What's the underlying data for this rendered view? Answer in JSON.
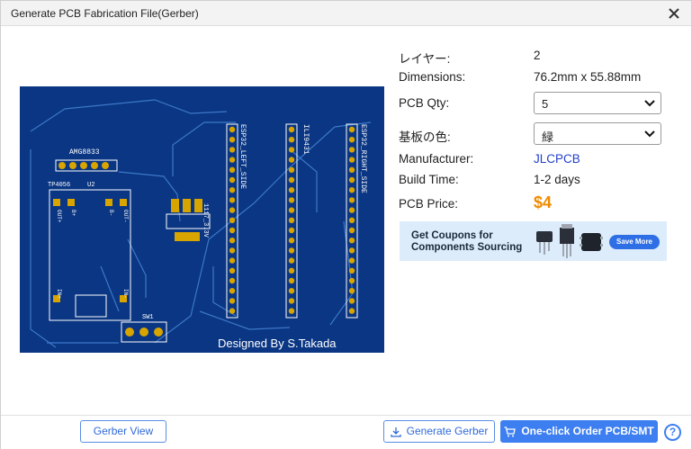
{
  "window": {
    "title": "Generate PCB Fabrication File(Gerber)"
  },
  "info": {
    "layers_label": "レイヤー:",
    "layers_value": "2",
    "dimensions_label": "Dimensions:",
    "dimensions_value": "76.2mm x 55.88mm",
    "qty_label": "PCB Qty:",
    "qty_value": "5",
    "color_label": "基板の色:",
    "color_value": "緑",
    "manufacturer_label": "Manufacturer:",
    "manufacturer_value": "JLCPCB",
    "build_label": "Build Time:",
    "build_value": "1-2 days",
    "price_label": "PCB Price:",
    "price_value": "$4"
  },
  "banner": {
    "line1": "Get Coupons for",
    "line2": "Components Sourcing",
    "button": "Save More"
  },
  "pcb": {
    "board_color": "#0a3683",
    "labels": {
      "amg": "AMG8833",
      "tp": "TP4056",
      "u2": "U2",
      "esp_left": "ESP32_LEFT_SIDE",
      "esp_right": "ESP32_RIGHT_SIDE",
      "ili": "ILI9431",
      "reg": "1117_3.3V",
      "sw": "SW1",
      "out_plus": "OUT+",
      "b_plus": "B+",
      "b_minus": "B-",
      "out_minus": "OUT-",
      "in_plus": "IN+",
      "in_minus": "IN-",
      "designed": "Designed By S.Takada"
    }
  },
  "footer": {
    "gerber_view": "Gerber View",
    "generate": "Generate Gerber",
    "order": "One-click Order PCB/SMT",
    "help": "?"
  }
}
